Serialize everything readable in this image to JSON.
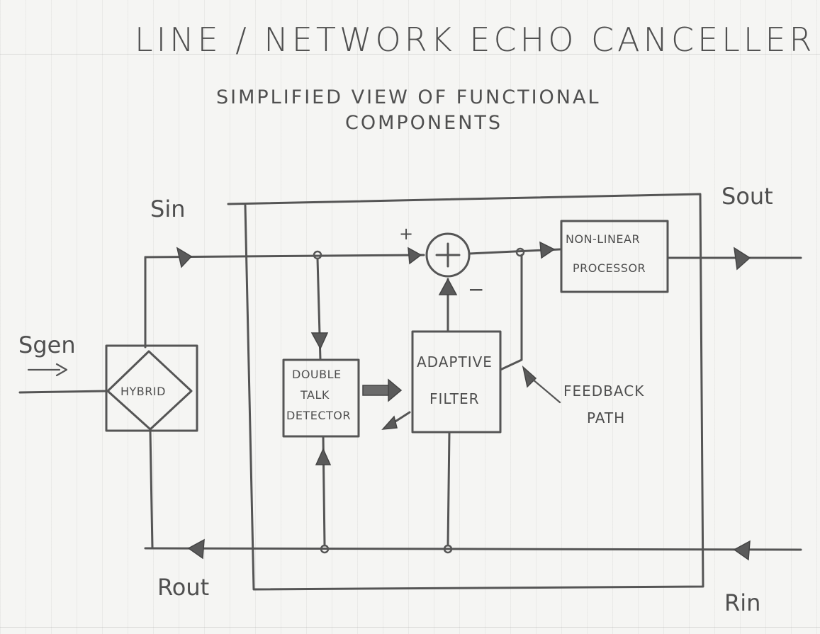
{
  "title": "LINE / NETWORK ECHO CANCELLER",
  "subtitle_line1": "SIMPLIFIED VIEW OF FUNCTIONAL",
  "subtitle_line2": "COMPONENTS",
  "signals": {
    "sin": "Sin",
    "sout": "Sout",
    "sgen": "Sgen",
    "rout": "Rout",
    "rin": "Rin"
  },
  "blocks": {
    "hybrid": "HYBRID",
    "double_talk_line1": "DOUBLE",
    "double_talk_line2": "TALK",
    "double_talk_line3": "DETECTOR",
    "adaptive_line1": "ADAPTIVE",
    "adaptive_line2": "FILTER",
    "nlp_line1": "NON-LINEAR",
    "nlp_line2": "PROCESSOR"
  },
  "summer": {
    "plus": "+",
    "minus": "−"
  },
  "feedback_line1": "FEEDBACK",
  "feedback_line2": "PATH",
  "colors": {
    "paper": "#f5f5f3",
    "pencil": "#555555"
  }
}
